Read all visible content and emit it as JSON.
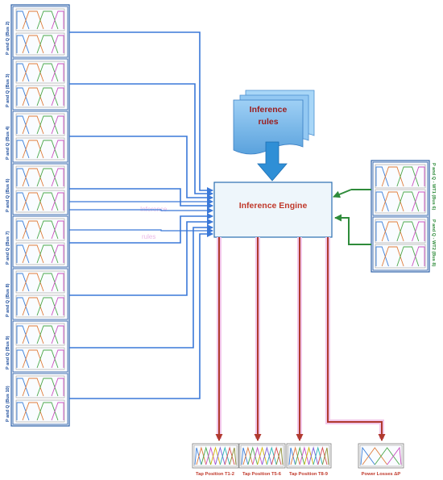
{
  "inference_rules": {
    "line1": "Inference",
    "line2": "rules"
  },
  "inference_engine": {
    "label": "Inference Engine"
  },
  "inputs": [
    {
      "label": "P and Q (Bus 2)"
    },
    {
      "label": "P and Q (Bus 3)"
    },
    {
      "label": "P and Q (Bus 4)"
    },
    {
      "label": "P and Q (Bus 6)"
    },
    {
      "label": "P and Q (Bus 7)"
    },
    {
      "label": "P and Q (Bus 8)"
    },
    {
      "label": "P and Q (Bus 9)"
    },
    {
      "label": "P and Q (Bus 10)"
    }
  ],
  "wind_inputs": [
    {
      "label": "P and Q - WT1 (Bus 6)"
    },
    {
      "label": "P and Q - WT2 (Bus 8)"
    }
  ],
  "outputs": [
    {
      "label": "Tap Position T1-2"
    },
    {
      "label": "Tap Position T5-6"
    },
    {
      "label": "Tap Position T8-9"
    },
    {
      "label": "Power Losses ΔP"
    }
  ],
  "watermark": {
    "line1": "Inference",
    "line2": "rules"
  },
  "colors": {
    "input_arrows": "#3a78d8",
    "wind_arrows": "#2e8b3a",
    "output_arrows": "#b03a2e",
    "output_glow": "#f2c6ea",
    "engine_fill": "#eef6fb",
    "engine_border": "#2a6fb0",
    "rules_fill": "#7cb8ea",
    "big_arrow": "#2f8fd6",
    "panel_border": "#2a5fa8"
  }
}
